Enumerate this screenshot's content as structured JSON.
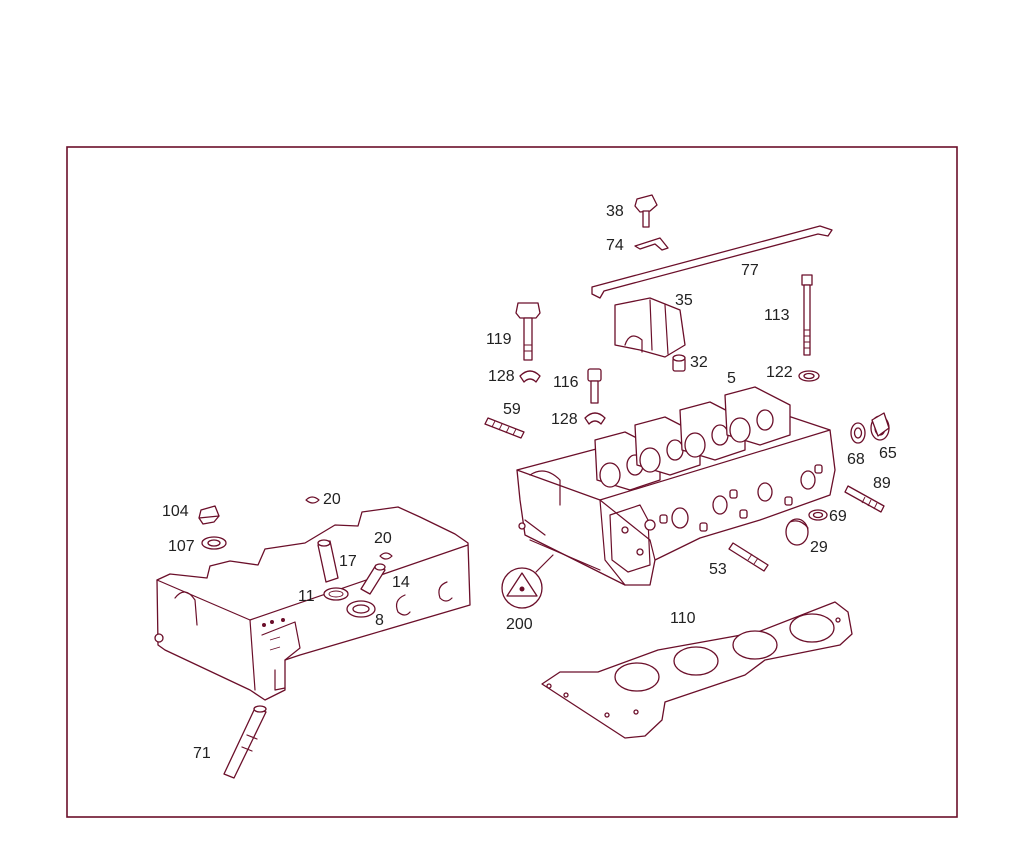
{
  "colors": {
    "line": "#6b0f2a",
    "text": "#222222",
    "background": "#ffffff"
  },
  "callouts": {
    "c38": "38",
    "c74": "74",
    "c77": "77",
    "c35": "35",
    "c113": "113",
    "c119": "119",
    "c32": "32",
    "c128a": "128",
    "c5": "5",
    "c122": "122",
    "c116": "116",
    "c59": "59",
    "c128b": "128",
    "c68": "68",
    "c65": "65",
    "c89": "89",
    "c104": "104",
    "c20a": "20",
    "c107": "107",
    "c20b": "20",
    "c17": "17",
    "c14": "14",
    "c11": "11",
    "c8": "8",
    "c69": "69",
    "c29": "29",
    "c53": "53",
    "c200": "200",
    "c110": "110",
    "c71": "71"
  }
}
